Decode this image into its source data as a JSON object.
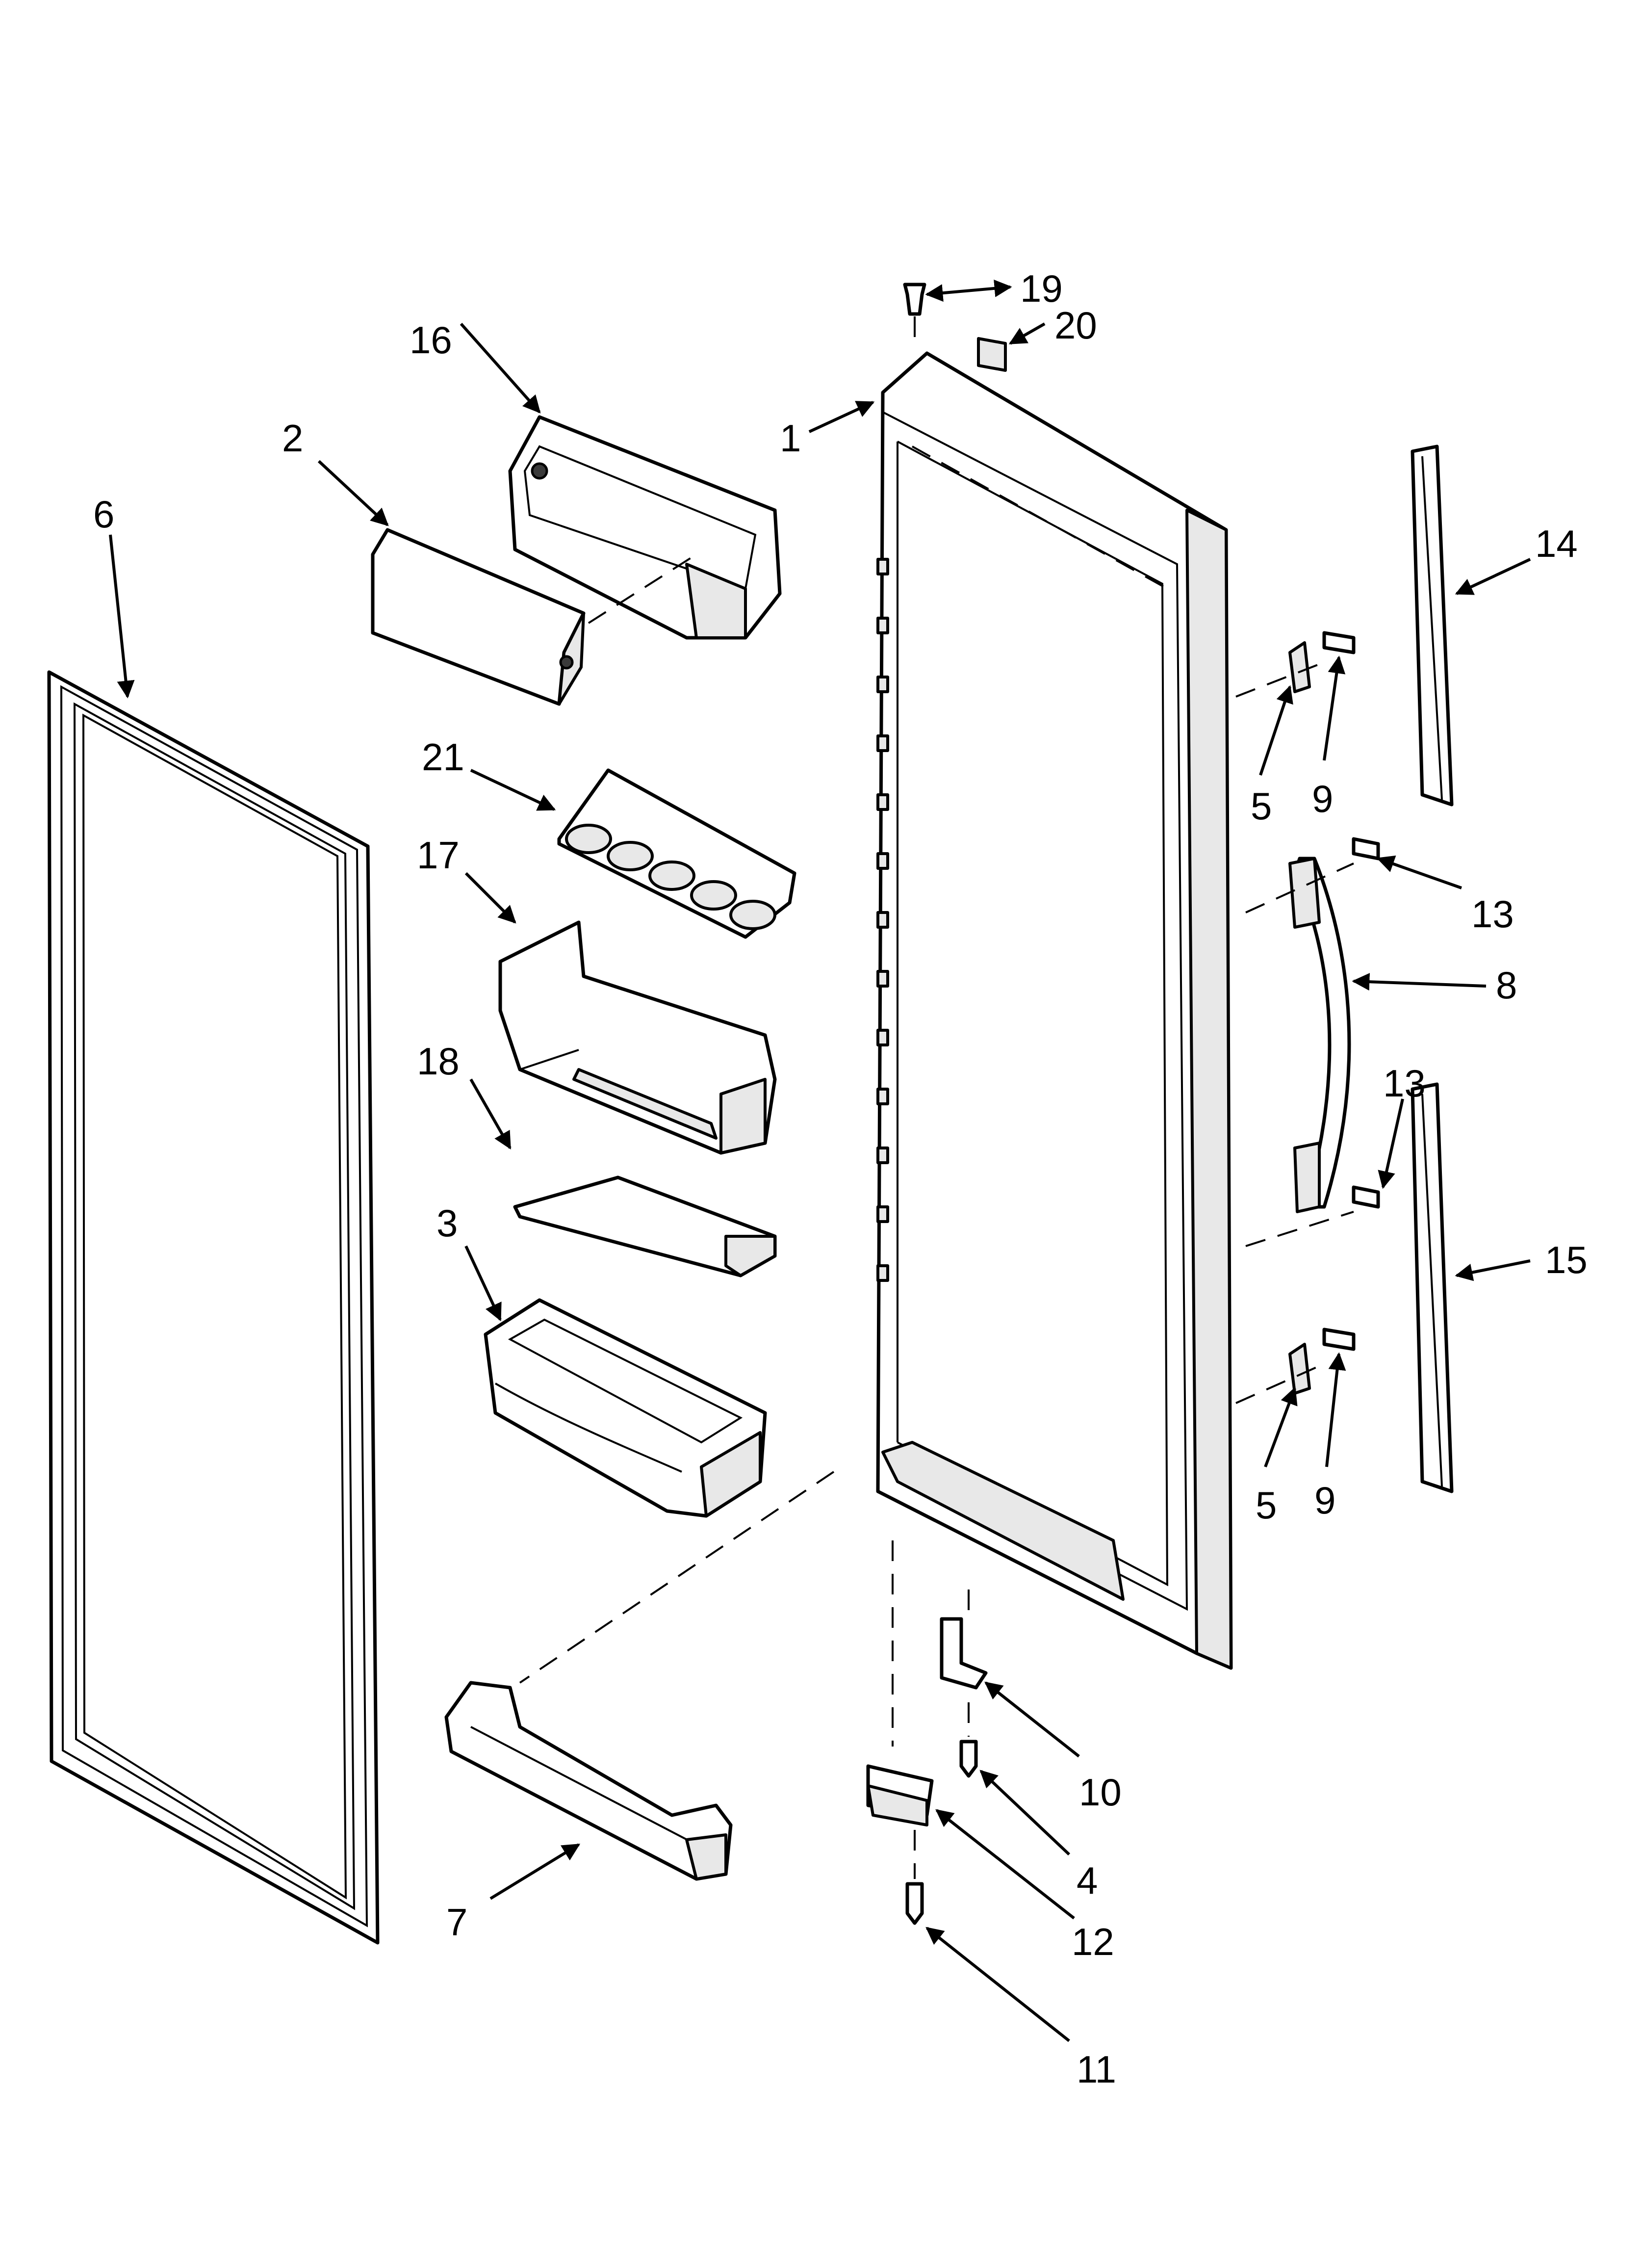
{
  "callouts": {
    "c1": "1",
    "c2": "2",
    "c3": "3",
    "c4": "4",
    "c5a": "5",
    "c5b": "5",
    "c6": "6",
    "c7": "7",
    "c8": "8",
    "c9a": "9",
    "c9b": "9",
    "c10": "10",
    "c11": "11",
    "c12": "12",
    "c13a": "13",
    "c13b": "13",
    "c14": "14",
    "c15": "15",
    "c16": "16",
    "c17": "17",
    "c18": "18",
    "c19": "19",
    "c20": "20",
    "c21": "21"
  }
}
